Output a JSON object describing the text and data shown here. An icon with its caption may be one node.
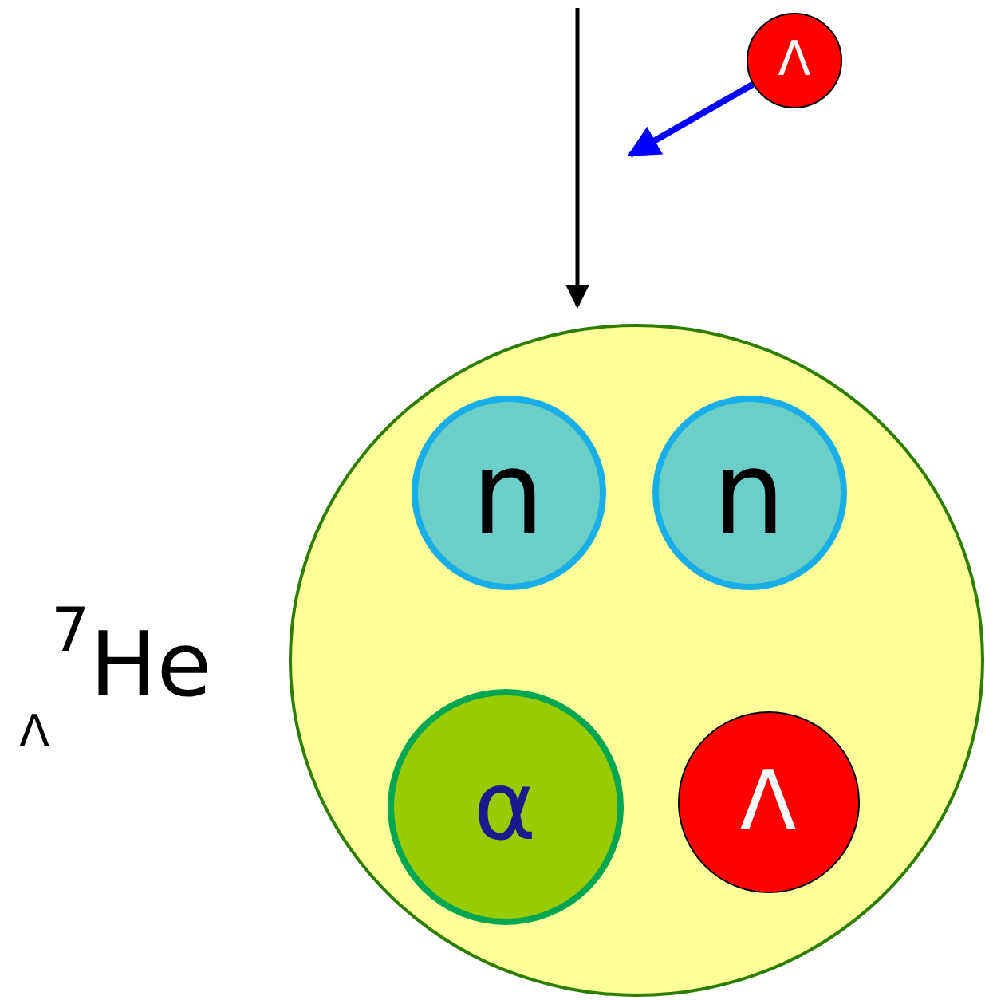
{
  "diagram": {
    "nodes": [
      {
        "text": [
          "Λ"
        ]
      },
      {
        "text": [],
        "shape": "circle",
        "beside": [
          "$_{Λ}$$^{7}$He"
        ]
      },
      {
        "text": [
          "n"
        ],
        "in": 1
      },
      {
        "text": [
          "n"
        ],
        "in": 1
      },
      {
        "text": [
          "α"
        ],
        "in": 1
      },
      {
        "text": [
          "Λ"
        ],
        "in": 1
      }
    ],
    "edges": [
      {
        "from": null,
        "to": 1,
        "arrow": "to"
      },
      {
        "from": 0,
        "to": null,
        "arrow": "to",
        "color": "#0000ff"
      }
    ]
  }
}
